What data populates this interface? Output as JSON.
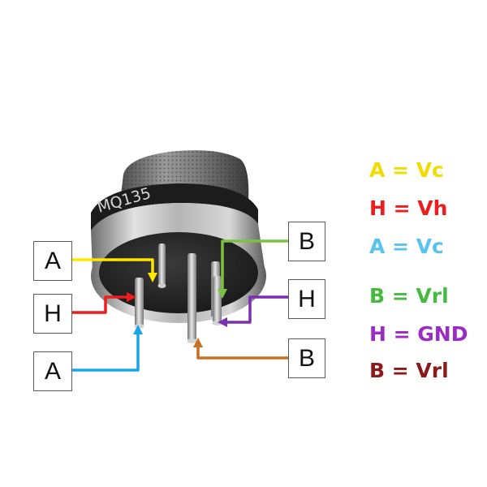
{
  "figure": {
    "sensor_marking": "MQ135",
    "pin_labels": [
      {
        "id": "a-top",
        "text": "A",
        "color": "#ffe500"
      },
      {
        "id": "h-left",
        "text": "H",
        "color": "#ee1c1c"
      },
      {
        "id": "a-bottom",
        "text": "A",
        "color": "#1aa5e6"
      },
      {
        "id": "b-top",
        "text": "B",
        "color": "#7cc242"
      },
      {
        "id": "h-right",
        "text": "H",
        "color": "#7b2fb0"
      },
      {
        "id": "b-bottom",
        "text": "B",
        "color": "#c8701f"
      }
    ],
    "legend": [
      {
        "text": "A = Vc",
        "color": "#f2dc00"
      },
      {
        "text": "H = Vh",
        "color": "#ee1c1c"
      },
      {
        "text": "A = Vc",
        "color": "#59c3ef"
      },
      {
        "text": "B = Vrl",
        "color": "#46b93f"
      },
      {
        "text": "H = GND",
        "color": "#9a2cc4"
      },
      {
        "text": "B = Vrl",
        "color": "#8b1a1a"
      }
    ]
  }
}
